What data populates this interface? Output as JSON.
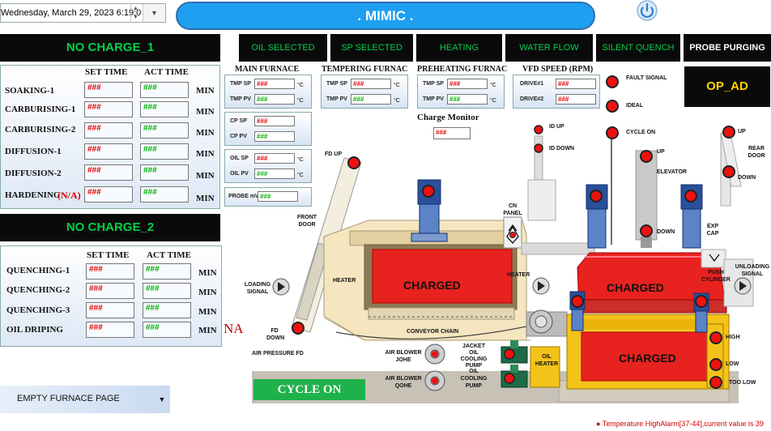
{
  "header": {
    "datetime": "Wednesday, March 29, 2023 6:19:0",
    "title": ". MIMIC ."
  },
  "status_strip": {
    "charge1": "NO CHARGE_1",
    "items": [
      "OIL SELECTED",
      "SP SELECTED",
      "HEATING",
      "WATER FLOW",
      "SILENT QUENCH",
      "PROBE PURGING"
    ]
  },
  "charge1": {
    "col_set": "SET TIME",
    "col_act": "ACT TIME",
    "rows": [
      {
        "label": "SOAKING-1",
        "note": "",
        "set": "###",
        "act": "###",
        "unit": "MIN"
      },
      {
        "label": "CARBURISING-1",
        "note": "",
        "set": "###",
        "act": "###",
        "unit": "MIN"
      },
      {
        "label": "CARBURISING-2",
        "note": "",
        "set": "###",
        "act": "###",
        "unit": "MIN"
      },
      {
        "label": "DIFFUSION-1",
        "note": "",
        "set": "###",
        "act": "###",
        "unit": "MIN"
      },
      {
        "label": "DIFFUSION-2",
        "note": "",
        "set": "###",
        "act": "###",
        "unit": "MIN"
      },
      {
        "label": "HARDENING",
        "note": "(N/A)",
        "set": "###",
        "act": "###",
        "unit": "MIN"
      }
    ]
  },
  "charge2": {
    "title": "NO CHARGE_2",
    "col_set": "SET TIME",
    "col_act": "ACT TIME",
    "rows": [
      {
        "label": "QUENCHING-1",
        "set": "###",
        "act": "###",
        "unit": "MIN"
      },
      {
        "label": "QUENCHING-2",
        "set": "###",
        "act": "###",
        "unit": "MIN"
      },
      {
        "label": "QUENCHING-3",
        "set": "###",
        "act": "###",
        "unit": "MIN"
      },
      {
        "label": "OIL DRIPING",
        "set": "###",
        "act": "###",
        "unit": "MIN"
      }
    ],
    "na": "NA"
  },
  "furnaces": {
    "main": {
      "title": "MAIN FURNACE",
      "tmp_sp_label": "TMP SP",
      "tmp_pv_label": "TMP PV",
      "tmp_sp": "###",
      "tmp_pv": "###",
      "unit": "°C",
      "cp_sp_label": "CP SP",
      "cp_pv_label": "CP PV",
      "cp_sp": "###",
      "cp_pv": "###",
      "oil_sp_label": "OIL SP",
      "oil_pv_label": "OIL PV",
      "oil_sp": "###",
      "oil_pv": "###",
      "probe_label": "PROBE mV",
      "probe": "###"
    },
    "tempering": {
      "title": "TEMPERING FURNAC",
      "sp_label": "TMP SP",
      "pv_label": "TMP PV",
      "sp": "###",
      "pv": "###",
      "unit": "°C"
    },
    "preheating": {
      "title": "PREHEATING FURNAC",
      "sp_label": "TMP SP",
      "pv_label": "TMP PV",
      "sp": "###",
      "pv": "###",
      "unit": "°C"
    },
    "vfd": {
      "title": "VFD SPEED (RPM)",
      "d1_label": "DRIVE#1",
      "d2_label": "DRIVE#2",
      "d1": "###",
      "d2": "###"
    }
  },
  "charge_monitor": {
    "label": "Charge Monitor",
    "value": "###"
  },
  "op_ad": "OP_AD",
  "signals": {
    "fault": "FAULT SIGNAL",
    "ideal": "IDEAL",
    "cycle_on": "CYCLE ON",
    "id_up": "ID UP",
    "id_down": "ID DOWN",
    "up1": "UP",
    "elevator": "ELEVATOR",
    "down1": "DOWN",
    "up2": "UP",
    "rear_door": "REAR DOOR",
    "down2": "DOWN",
    "exp_cap": "EXP CAP",
    "push_cyl": "PUSH CYLINDER",
    "unloading": "UNLOADING SIGNAL",
    "fd_up": "FD UP",
    "front_door": "FRONT DOOR",
    "cn_panel": "CN PANEL",
    "loading": "LOADING SIGNAL",
    "heater1": "HEATER",
    "heater2": "HEATER",
    "fd_down": "FD DOWN",
    "air_pressure": "AIR PRESSURE FD",
    "conveyor": "CONVEYOR CHAIN",
    "blower_johe": "AIR BLOWER JOHE",
    "blower_qohe": "AIR BLOWER QOHE",
    "jacket_pump": "JACKET OIL COOLING PUMP",
    "oil_pump": "OIL COOLING PUMP",
    "oil_heater": "OIL HEATER",
    "high": "HIGH",
    "low": "LOW",
    "too_low": "TOO LOW"
  },
  "charged": {
    "main": "CHARGED",
    "temper": "CHARGED",
    "quench": "CHARGED"
  },
  "cycle_on_button": "CYCLE ON",
  "empty_page": "EMPTY FURNACE PAGE",
  "alarm": "● Temperature HighAlarm[37-44],current value is 39",
  "colors": {
    "accent": "#1e9ff0",
    "status_green": "#00d04a",
    "cycle_green": "#1fb24b",
    "alarm_red": "#e00000",
    "op_yellow": "#ffd400"
  }
}
